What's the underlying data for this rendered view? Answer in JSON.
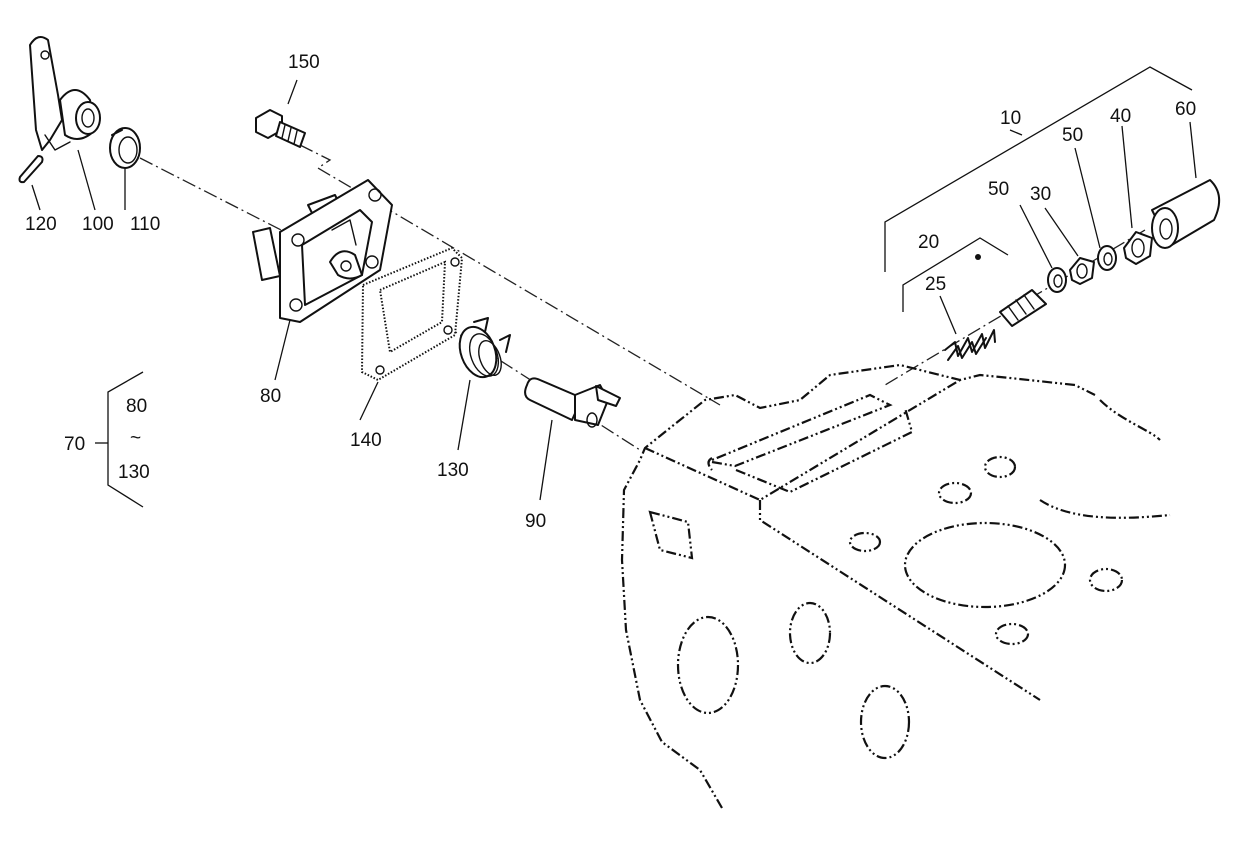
{
  "labels": {
    "l150": "150",
    "l10": "10",
    "l60": "60",
    "l40": "40",
    "l50a": "50",
    "l30": "30",
    "l50b": "50",
    "l20": "20",
    "l25": "25",
    "l120": "120",
    "l100": "100",
    "l110": "110",
    "l80": "80",
    "l140": "140",
    "l130": "130",
    "l90": "90",
    "l70": "70",
    "range_start": "80",
    "range_tilde": "~",
    "range_end": "130"
  },
  "colors": {
    "ink": "#111111",
    "background": "#ffffff"
  }
}
